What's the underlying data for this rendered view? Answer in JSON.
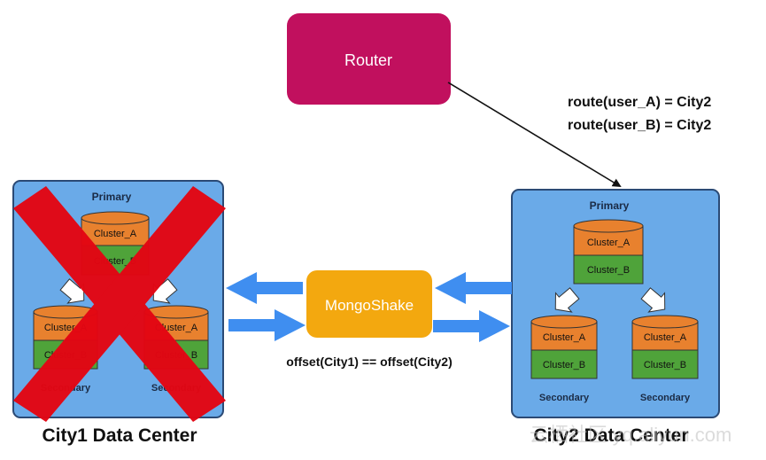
{
  "router": {
    "label": "Router"
  },
  "routes": [
    "route(user_A) = City2",
    "route(user_B) = City2"
  ],
  "mongoshake": {
    "label": "MongoShake"
  },
  "offset_equation": "offset(City1) == offset(City2)",
  "city1": {
    "title": "City1 Data Center",
    "primary_label": "Primary",
    "primary_clusters": [
      "Cluster_A",
      "Cluster_B"
    ],
    "secondaries": [
      {
        "clusters": [
          "Cluster_A",
          "Cluster_B"
        ],
        "label": "Secondary"
      },
      {
        "clusters": [
          "Cluster_A",
          "Cluster_B"
        ],
        "label": "Secondary"
      }
    ],
    "status": "failed"
  },
  "city2": {
    "title": "City2 Data Center",
    "primary_label": "Primary",
    "primary_clusters": [
      "Cluster_A",
      "Cluster_B"
    ],
    "secondaries": [
      {
        "clusters": [
          "Cluster_A",
          "Cluster_B"
        ],
        "label": "Secondary"
      },
      {
        "clusters": [
          "Cluster_A",
          "Cluster_B"
        ],
        "label": "Secondary"
      }
    ]
  },
  "watermark": "云栖社区 yq.aliyun.com",
  "colors": {
    "router": "#c1105e",
    "datacenter_fill": "#6aaae8",
    "datacenter_border": "#2b4a75",
    "cluster_a": "#e8812e",
    "cluster_b": "#4fa33a",
    "mongoshake": "#f3a80f",
    "arrow_blue": "#3f8ef0",
    "cross_red": "#e30613"
  }
}
